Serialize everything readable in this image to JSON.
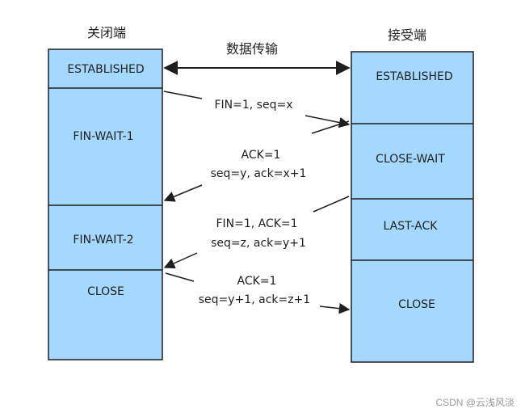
{
  "title_left": "关闭端",
  "title_right": "接受端",
  "title_middle": "数据传输",
  "left_states": [
    "ESTABLISHED",
    "FIN-WAIT-1",
    "FIN-WAIT-2",
    "CLOSE"
  ],
  "right_states": [
    "ESTABLISHED",
    "CLOSE-WAIT",
    "LAST-ACK",
    "CLOSE"
  ],
  "messages": [
    {
      "line1": "FIN=1, seq=x",
      "line2": ""
    },
    {
      "line1": "ACK=1",
      "line2": "seq=y, ack=x+1"
    },
    {
      "line1": "FIN=1, ACK=1",
      "line2": "seq=z, ack=y+1"
    },
    {
      "line1": "ACK=1",
      "line2": "seq=y+1, ack=z+1"
    }
  ],
  "watermark": "CSDN @云浅风淡",
  "colors": {
    "box_fill": "#a5d8ff",
    "stroke": "#1e1e1e",
    "text": "#1f1f1f"
  }
}
